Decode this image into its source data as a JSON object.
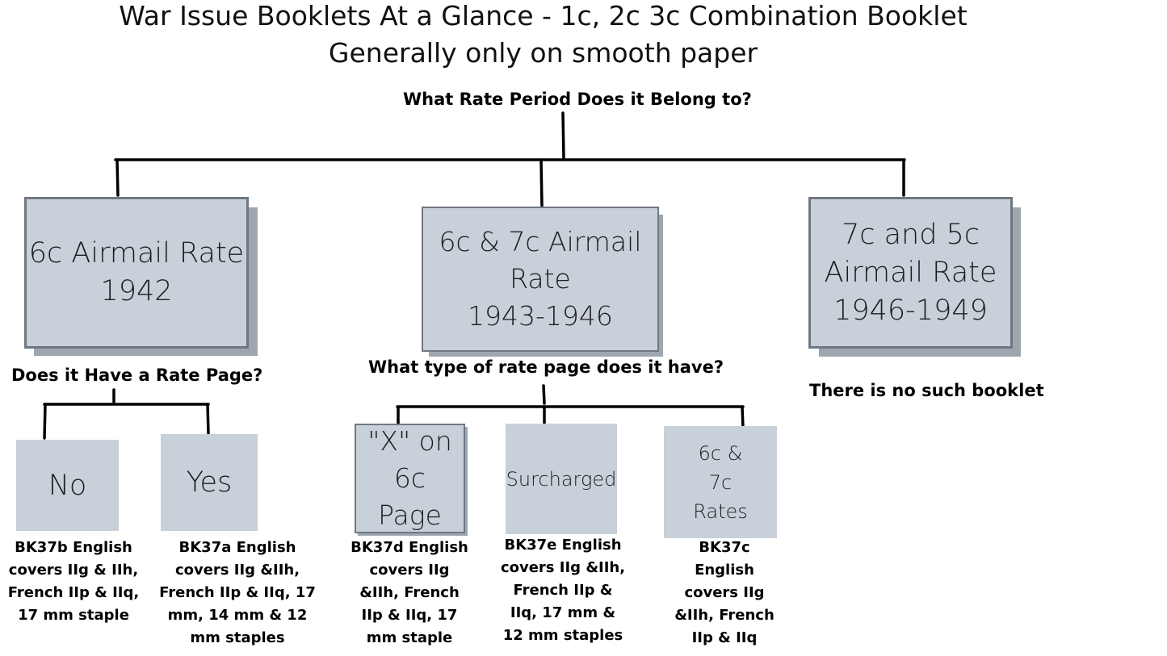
{
  "title_line1": "War Issue Booklets At a Glance - 1c, 2c 3c Combination Booklet",
  "title_line2": "Generally only on smooth paper",
  "question_rate_period": "What Rate Period Does it Belong to?",
  "rates": [
    {
      "label": "6c Airmail Rate\n1942"
    },
    {
      "label": "6c & 7c Airmail\nRate\n1943-1946"
    },
    {
      "label": "7c and 5c\nAirmail Rate\n1946-1949"
    }
  ],
  "question_has_rate_page": "Does it Have a Rate Page?",
  "question_rate_page_type": "What type of rate page does it have?",
  "no_booklet_text": "There is no such booklet",
  "rate_page_options": [
    {
      "label": "No",
      "caption": "BK37b English\ncovers IIg & IIh,\nFrench IIp & IIq,\n17 mm staple"
    },
    {
      "label": "Yes",
      "caption": "BK37a English\ncovers IIg &IIh,\nFrench IIp & IIq, 17\nmm, 14 mm & 12\nmm staples"
    }
  ],
  "rate_page_types": [
    {
      "label": "\"X\" on 6c\nPage",
      "caption": "BK37d English\ncovers IIg\n&IIh, French\nIIp & IIq, 17\nmm staple"
    },
    {
      "label": "Surcharged",
      "caption": "BK37e English\ncovers IIg &IIh,\nFrench IIp &\nIIq, 17 mm &\n12 mm staples"
    },
    {
      "label": "6c &\n7c\nRates",
      "caption": "BK37c\nEnglish\ncovers IIg\n&IIh, French\nIIp & IIq"
    }
  ]
}
